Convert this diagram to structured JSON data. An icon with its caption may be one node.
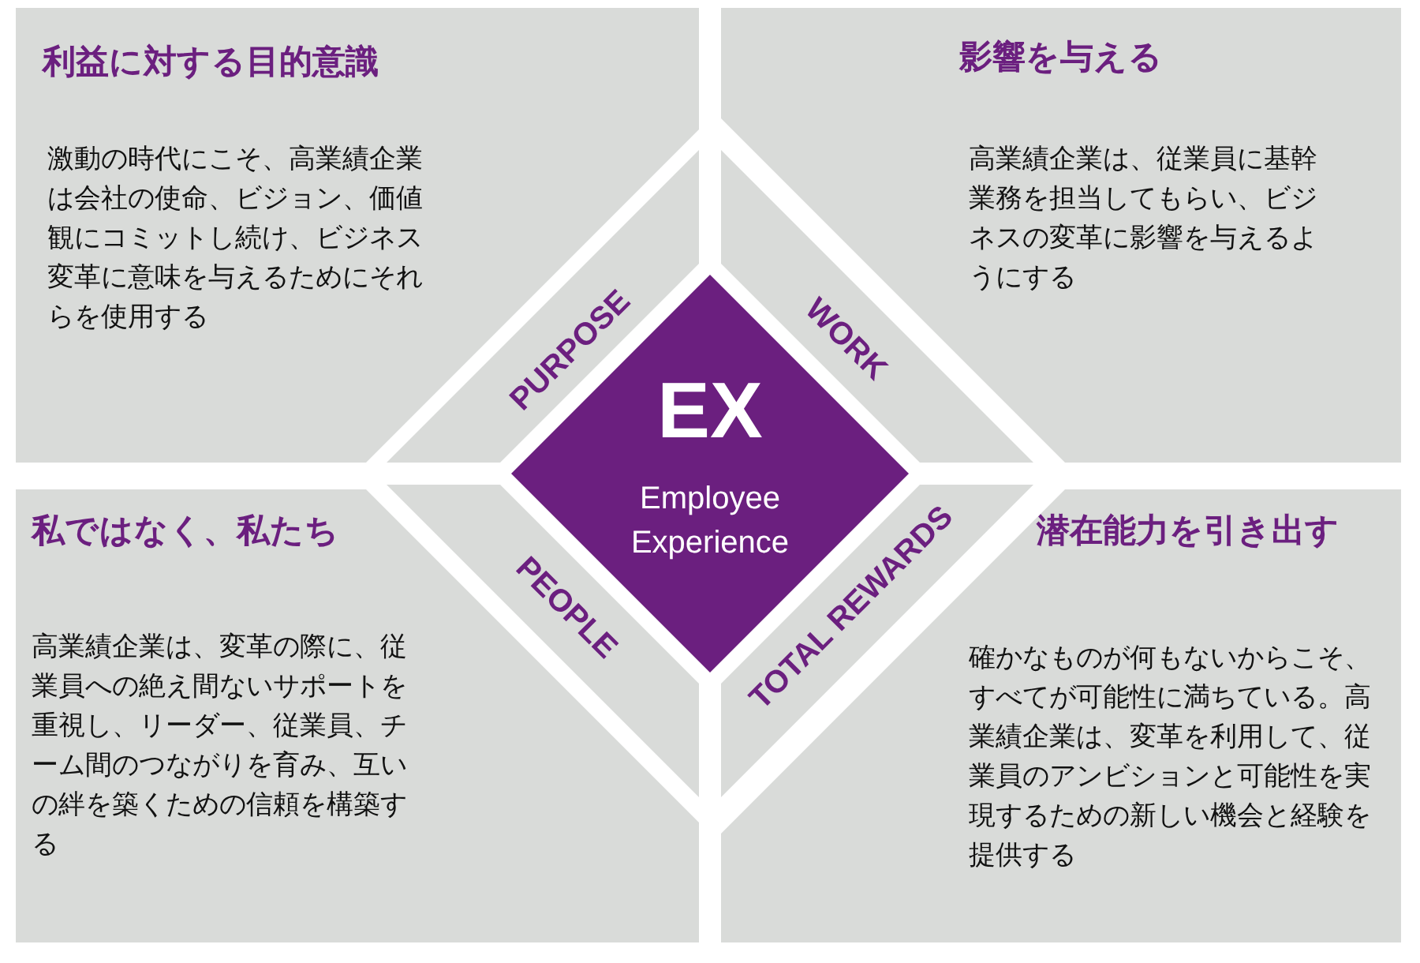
{
  "diagram": {
    "nodes": [
      {
        "text": [
          "利益に対する目的意識",
          "激動の時代にこそ、高業績企業は会社の使命、ビジョン、価値観にコミットし続け、ビジネス変革に意味を与えるためにそれらを使用する"
        ]
      },
      {
        "text": [
          "影響を与える",
          "高業績企業は、従業員に基幹業務を担当してもらい、ビジネスの変革に影響を与えるようにする"
        ]
      },
      {
        "text": [
          "私ではなく、私たち",
          "高業績企業は、変革の際に、従業員への絶え間ないサポートを重視し、リーダー、従業員、チーム間のつながりを育み、互いの絆を築くための信頼を構築する"
        ]
      },
      {
        "text": [
          "潜在能力を引き出す",
          "確かなものが何もないからこそ、すべてが可能性に満ちている。高業績企業は、変革を利用して、従業員のアンビションと可能性を実現するための新しい機会と経験を提供する"
        ]
      },
      {
        "text": [
          "EX",
          "Employee Experience"
        ]
      }
    ],
    "labels": [
      "PURPOSE",
      "WORK",
      "PEOPLE",
      "TOTAL REWARDS"
    ]
  }
}
